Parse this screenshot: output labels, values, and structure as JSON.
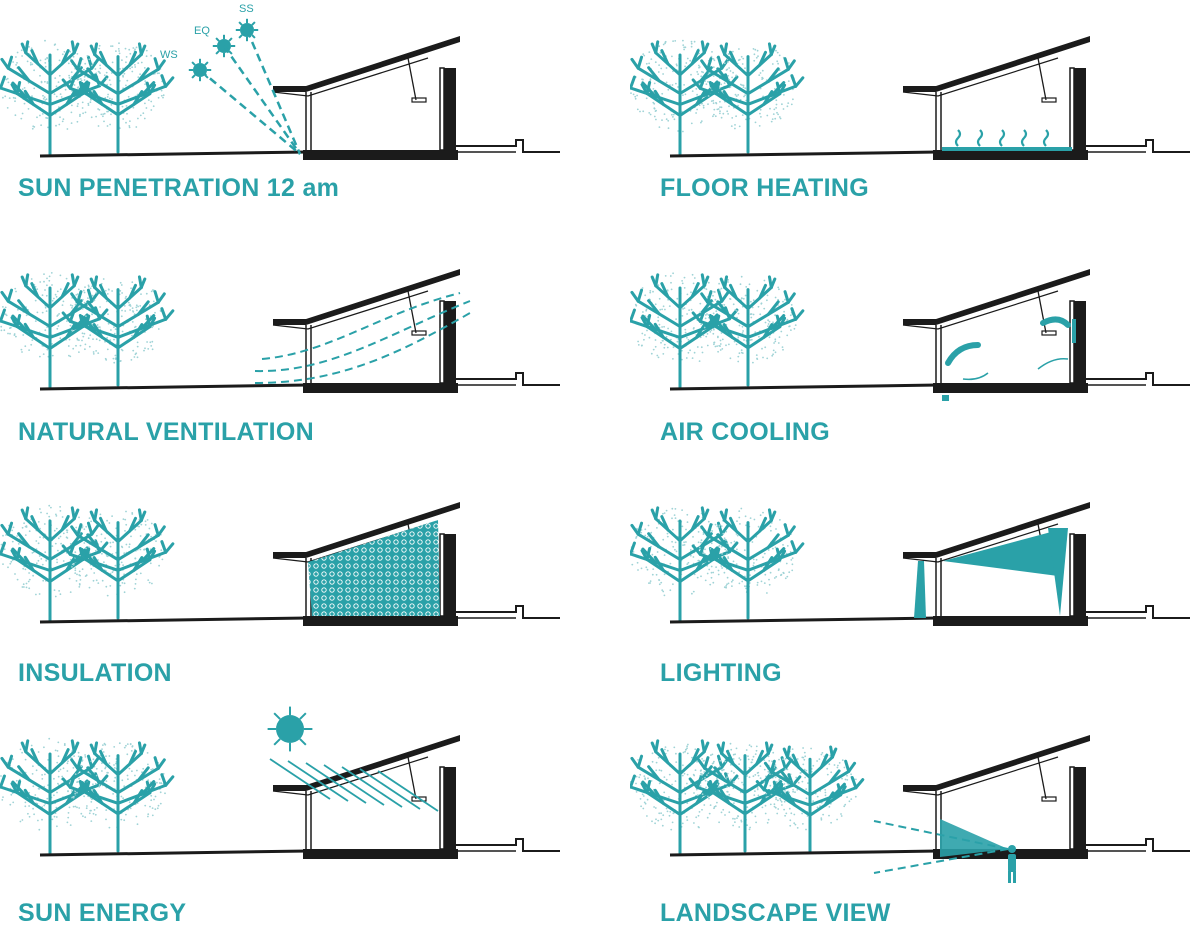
{
  "colors": {
    "accent": "#2aa1a8",
    "ink": "#1b1b1b",
    "paper": "#ffffff",
    "dot": "#9fd3d6"
  },
  "panels": [
    {
      "id": "sun-penetration",
      "caption": "SUN PENETRATION 12 am",
      "sun_labels": [
        "WS",
        "EQ",
        "SS"
      ]
    },
    {
      "id": "floor-heating",
      "caption": "FLOOR HEATING"
    },
    {
      "id": "natural-ventilation",
      "caption": "NATURAL VENTILATION"
    },
    {
      "id": "air-cooling",
      "caption": "AIR COOLING"
    },
    {
      "id": "insulation",
      "caption": "INSULATION"
    },
    {
      "id": "lighting",
      "caption": "LIGHTING"
    },
    {
      "id": "sun-energy",
      "caption": "SUN ENERGY"
    },
    {
      "id": "landscape-view",
      "caption": "LANDSCAPE VIEW"
    }
  ]
}
